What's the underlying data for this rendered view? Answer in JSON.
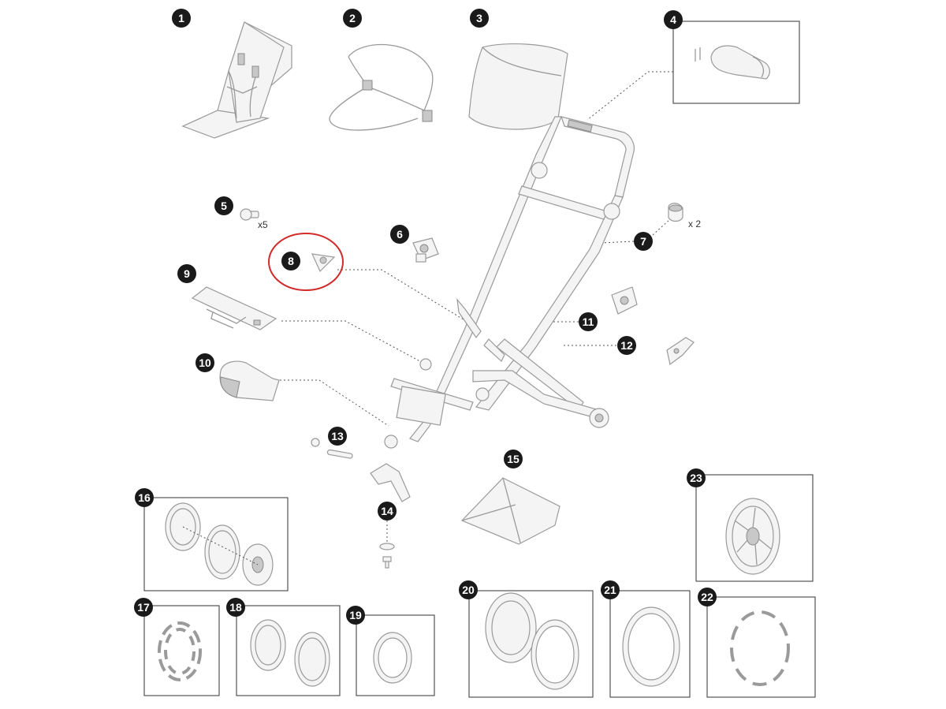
{
  "diagram": {
    "badges": [
      "1",
      "2",
      "3",
      "4",
      "5",
      "6",
      "7",
      "8",
      "9",
      "10",
      "11",
      "12",
      "13",
      "14",
      "15",
      "16",
      "17",
      "18",
      "19",
      "20",
      "21",
      "22",
      "23"
    ],
    "quantities": {
      "part5": "x5",
      "part7": "x 2"
    },
    "highlighted_part": "8",
    "colors": {
      "badge": "#1a1a1a",
      "highlight": "#d22b2b",
      "line_art": "#9a9a9a"
    }
  }
}
